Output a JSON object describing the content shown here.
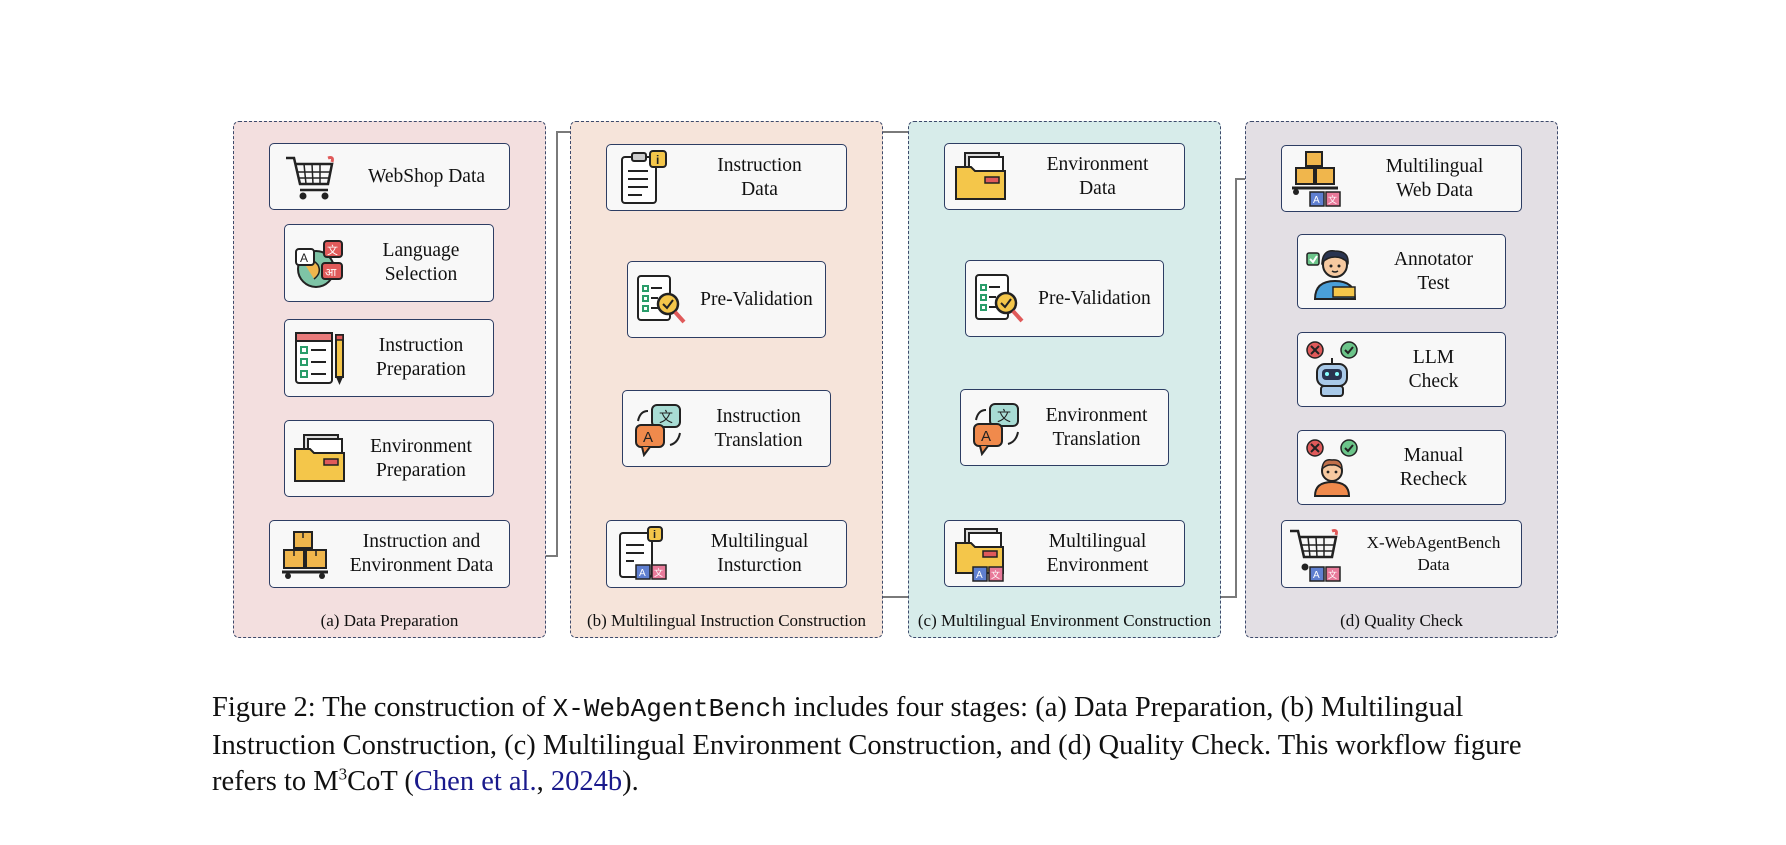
{
  "panels": {
    "a": {
      "caption": "(a) Data Preparation",
      "boxes": [
        "WebShop Data",
        "Language\nSelection",
        "Instruction\nPreparation",
        "Environment\nPreparation",
        "Instruction and\nEnvironment Data"
      ]
    },
    "b": {
      "caption": "(b) Multilingual Instruction Construction",
      "boxes": [
        "Instruction\nData",
        "Pre-Validation",
        "Instruction\nTranslation",
        "Multilingual\nInsturction"
      ]
    },
    "c": {
      "caption": "(c) Multilingual Environment Construction",
      "boxes": [
        "Environment\nData",
        "Pre-Validation",
        "Environment\nTranslation",
        "Multilingual\nEnvironment"
      ]
    },
    "d": {
      "caption": "(d) Quality Check",
      "boxes": [
        "Multilingual\nWeb Data",
        "Annotator\nTest",
        "LLM\nCheck",
        "Manual\nRecheck",
        "X-WebAgentBench\nData"
      ]
    }
  },
  "figure_caption": {
    "prefix": "Figure 2: The construction of ",
    "code": "X-WebAgentBench",
    "middle": " includes four stages: (a) Data Preparation, (b) Multilingual Instruction Construction, (c) Multilingual Environment Construction, and (d) Quality Check. This workflow figure refers to M",
    "superscript": "3",
    "after_sup": "CoT (",
    "cite_author": "Chen et al.",
    "cite_sep": ", ",
    "cite_year": "2024b",
    "suffix": ")."
  },
  "colors": {
    "panel_a": "#f3dfdf",
    "panel_b": "#f6e4da",
    "panel_c": "#d7ecea",
    "panel_d": "#e3dfe4",
    "box_border": "#2d3d63",
    "connector": "#7a7a7a",
    "citation": "#1a1a8c"
  }
}
